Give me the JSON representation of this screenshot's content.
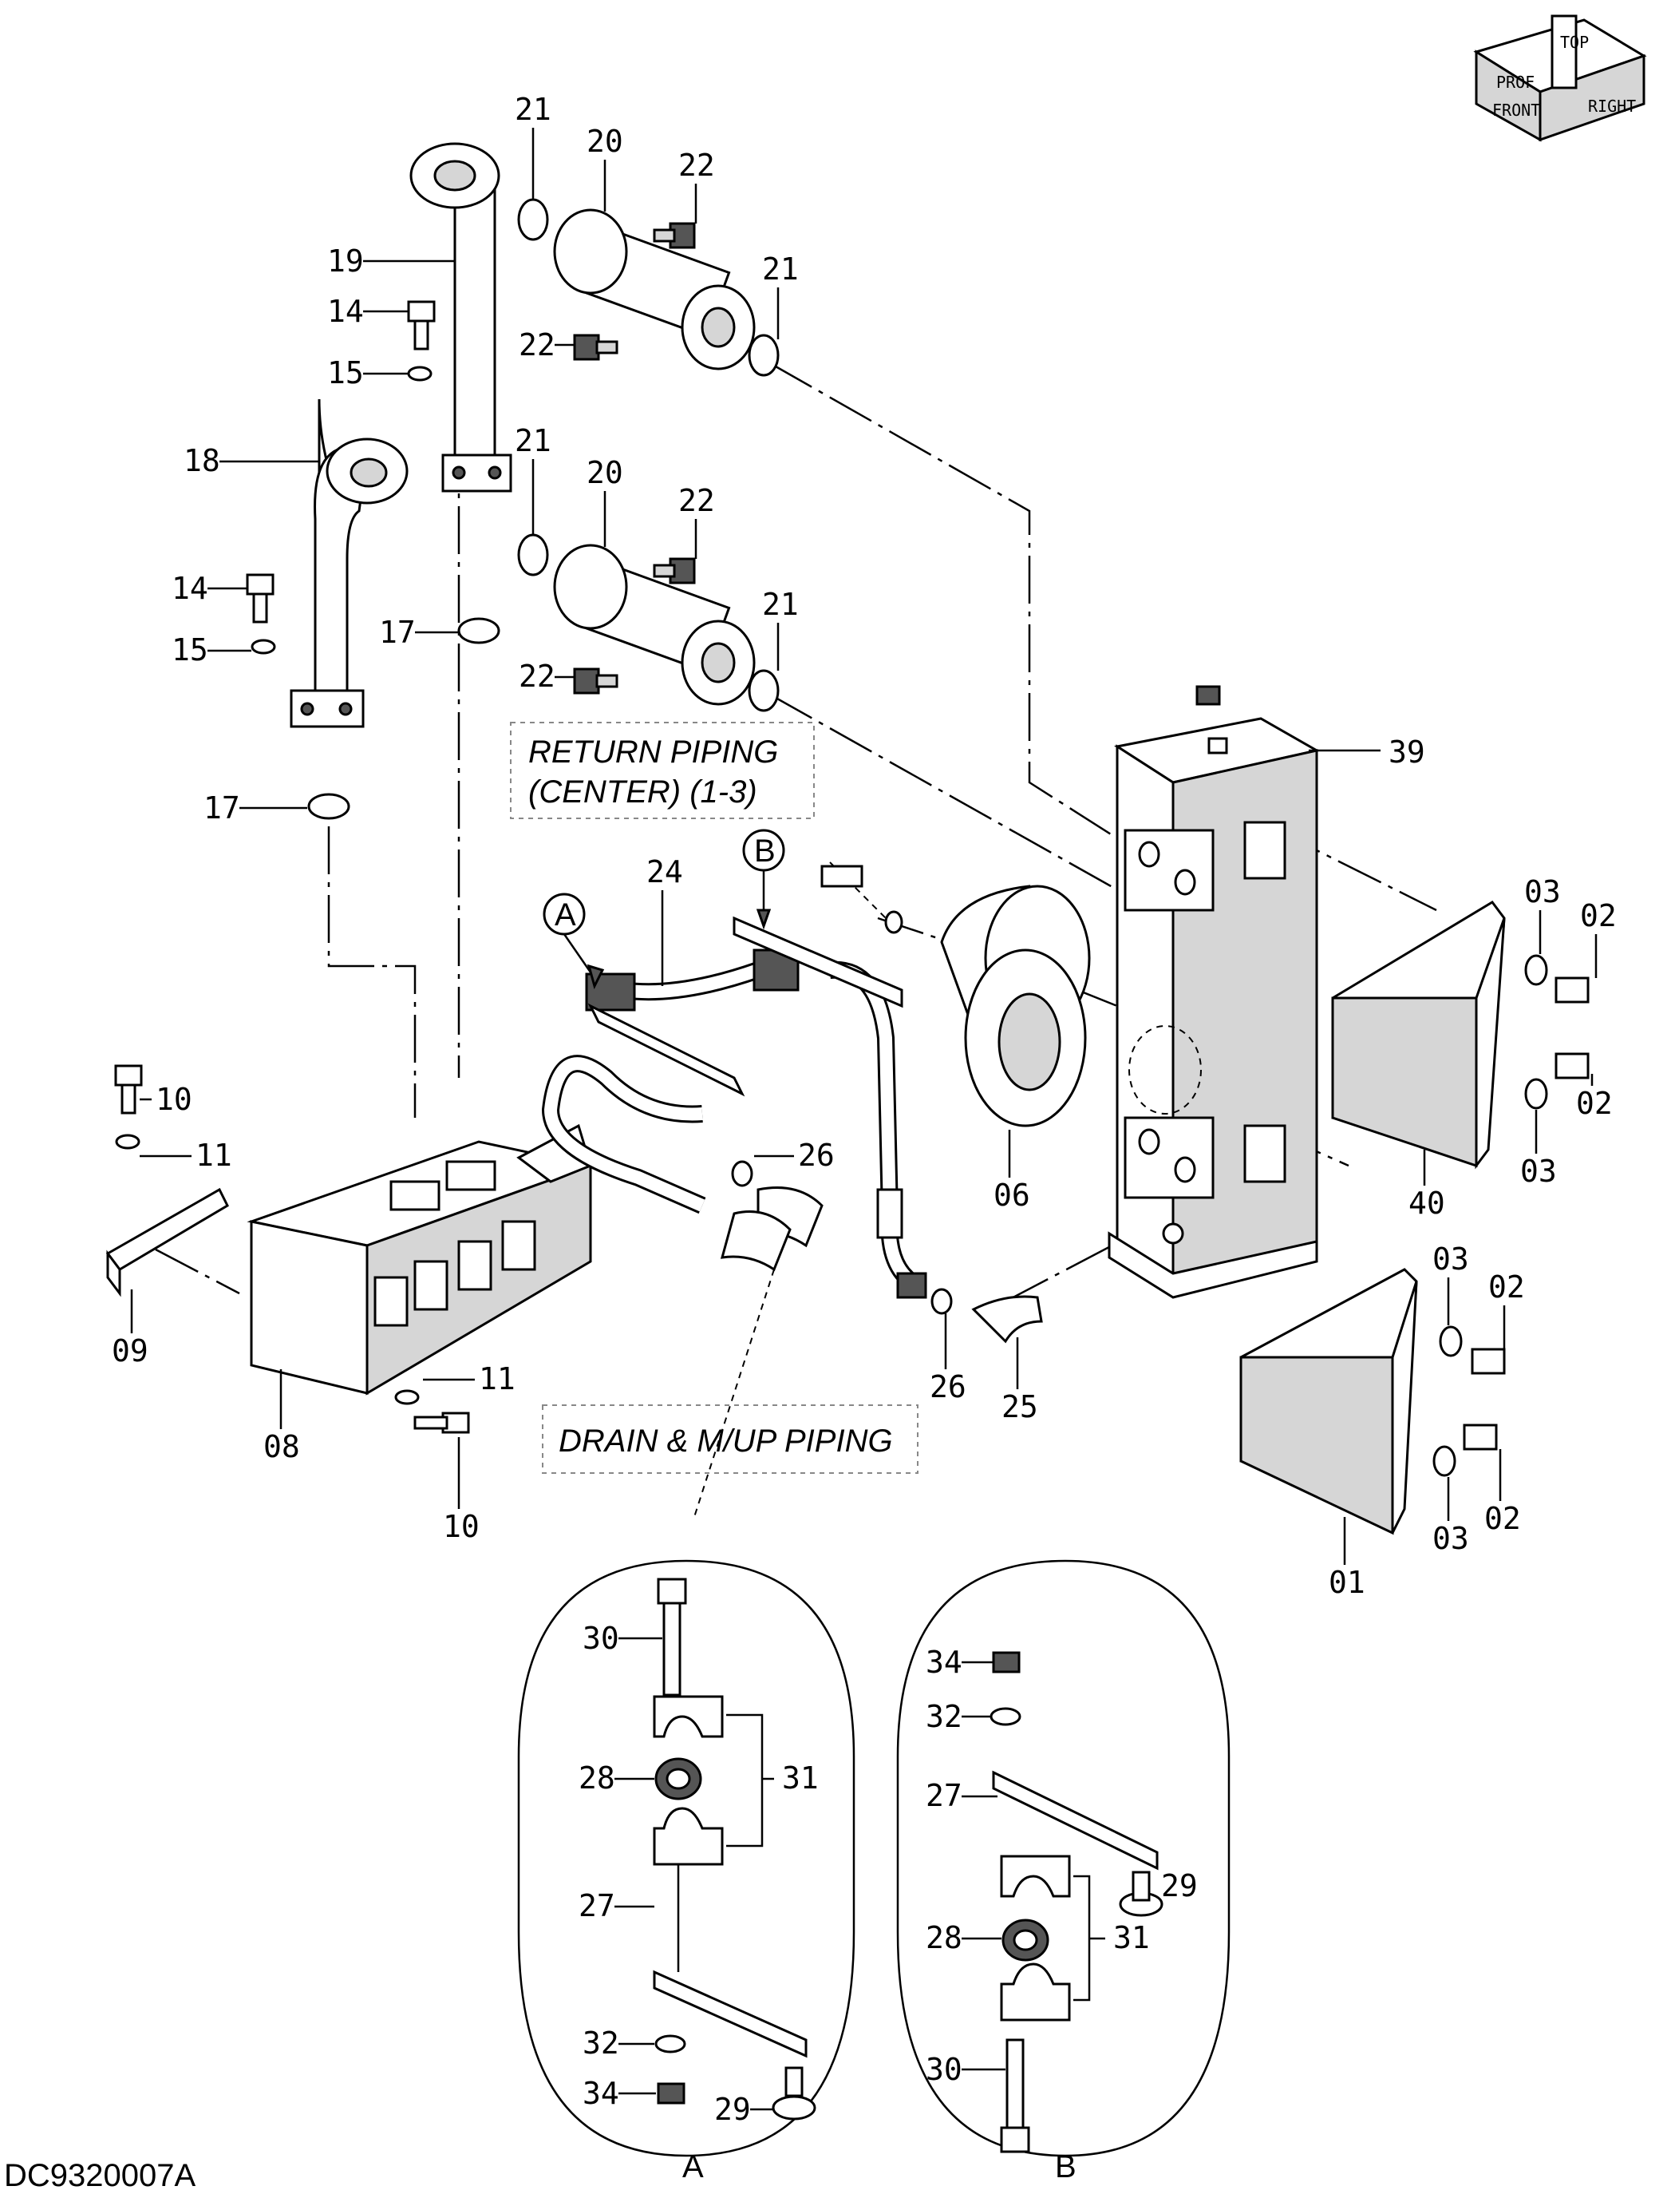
{
  "drawing_code": "DC9320007A",
  "orientation_indicator": {
    "up": "TOP",
    "front": "FRONT",
    "right": "RIGHT",
    "partial": "PROF"
  },
  "notes": {
    "return_piping_line1": "RETURN  PIPING",
    "return_piping_line2": "(CENTER) (1-3)",
    "drain_piping": "DRAIN & M/UP PIPING"
  },
  "detail_markers": {
    "a": "A",
    "b": "B"
  },
  "detail_titles": {
    "a": "A",
    "b": "B"
  },
  "labels": {
    "p21_top": "21",
    "p20_top": "20",
    "p22_top": "22",
    "p19": "19",
    "p21_mid": "21",
    "p14_top": "14",
    "p22_mid": "22",
    "p15_top": "15",
    "p21_c": "21",
    "p18": "18",
    "p20_low": "20",
    "p22_low": "22",
    "p14_low": "14",
    "p17_mid": "17",
    "p15_low": "15",
    "p21_low": "21",
    "p22_lowb": "22",
    "p39": "39",
    "p17_low": "17",
    "p24": "24",
    "p03_a": "03",
    "p02_a": "02",
    "p10_top": "10",
    "p11_top": "11",
    "p26_top": "26",
    "p02_b": "02",
    "p06": "06",
    "p03_b": "03",
    "p40": "40",
    "p09": "09",
    "p03_c": "03",
    "p02_c": "02",
    "p11_low": "11",
    "p26_low": "26",
    "p25": "25",
    "p08": "08",
    "p10_low": "10",
    "p03_d": "03",
    "p02_d": "02",
    "p01": "01",
    "a30": "30",
    "a28": "28",
    "a31": "31",
    "a27": "27",
    "a32": "32",
    "a34": "34",
    "a29": "29",
    "b34": "34",
    "b32": "32",
    "b27": "27",
    "b29": "29",
    "b28": "28",
    "b31": "31",
    "b30": "30"
  }
}
